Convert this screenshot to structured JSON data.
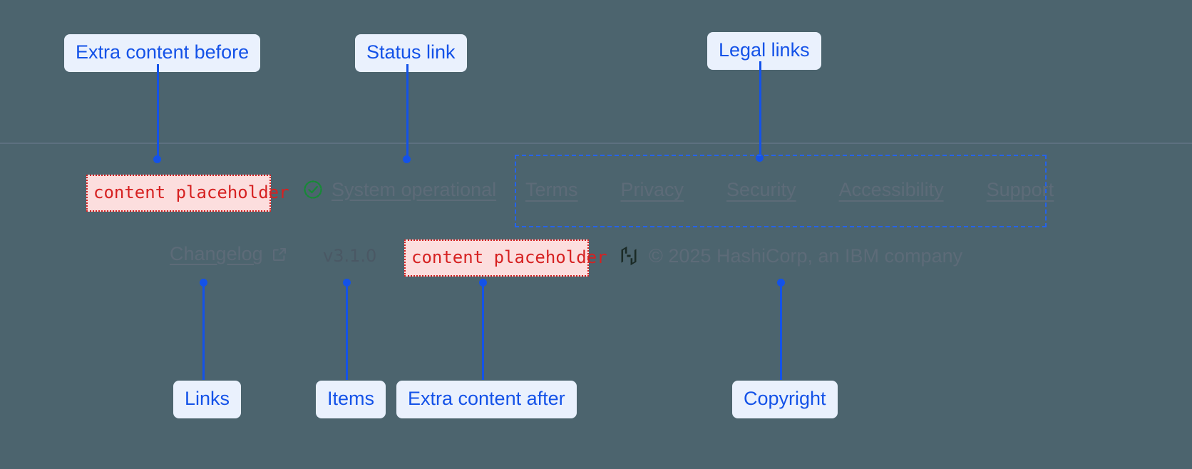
{
  "annotations": {
    "top": [
      {
        "key": "extra-before",
        "label": "Extra content before"
      },
      {
        "key": "status-link",
        "label": "Status link"
      },
      {
        "key": "legal-links",
        "label": "Legal links"
      }
    ],
    "bottom": [
      {
        "key": "links",
        "label": "Links"
      },
      {
        "key": "items",
        "label": "Items"
      },
      {
        "key": "extra-after",
        "label": "Extra content after"
      },
      {
        "key": "copyright",
        "label": "Copyright"
      }
    ]
  },
  "footer": {
    "extra_content_before": "content placeholder",
    "extra_content_after": "content placeholder",
    "status": {
      "icon": "check-circle-icon",
      "label": "System operational"
    },
    "legal_links": [
      {
        "label": "Terms"
      },
      {
        "label": "Privacy"
      },
      {
        "label": "Security"
      },
      {
        "label": "Accessibility"
      },
      {
        "label": "Support"
      }
    ],
    "links": [
      {
        "label": "Changelog",
        "icon": "external-link-icon"
      }
    ],
    "version": "v3.1.0",
    "copyright": {
      "logo": "hashicorp-logo",
      "text": "© 2025 HashiCorp, an IBM company"
    }
  },
  "colors": {
    "background": "#4c646e",
    "annotation_accent": "#1452e8",
    "annotation_pill_bg": "#eaf1fd",
    "highlight_border": "#2563eb",
    "placeholder_text": "#d62121",
    "placeholder_bg": "#fcdede",
    "footer_text": "#5d6b78",
    "status_ok": "#168a36"
  }
}
